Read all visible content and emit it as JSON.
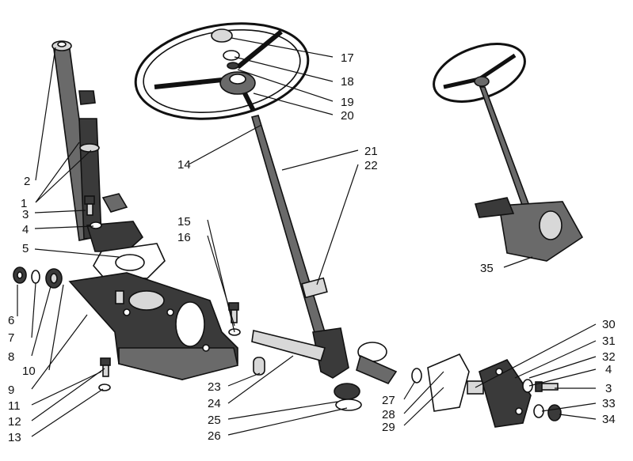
{
  "callouts": [
    "1",
    "2",
    "3",
    "4",
    "5",
    "6",
    "7",
    "8",
    "9",
    "10",
    "11",
    "12",
    "13",
    "14",
    "15",
    "16",
    "17",
    "18",
    "19",
    "20",
    "21",
    "22",
    "23",
    "24",
    "25",
    "26",
    "27",
    "28",
    "29",
    "30",
    "31",
    "32",
    "33",
    "34",
    "35"
  ],
  "callouts_right": {
    "n3": "3",
    "n4": "4"
  }
}
